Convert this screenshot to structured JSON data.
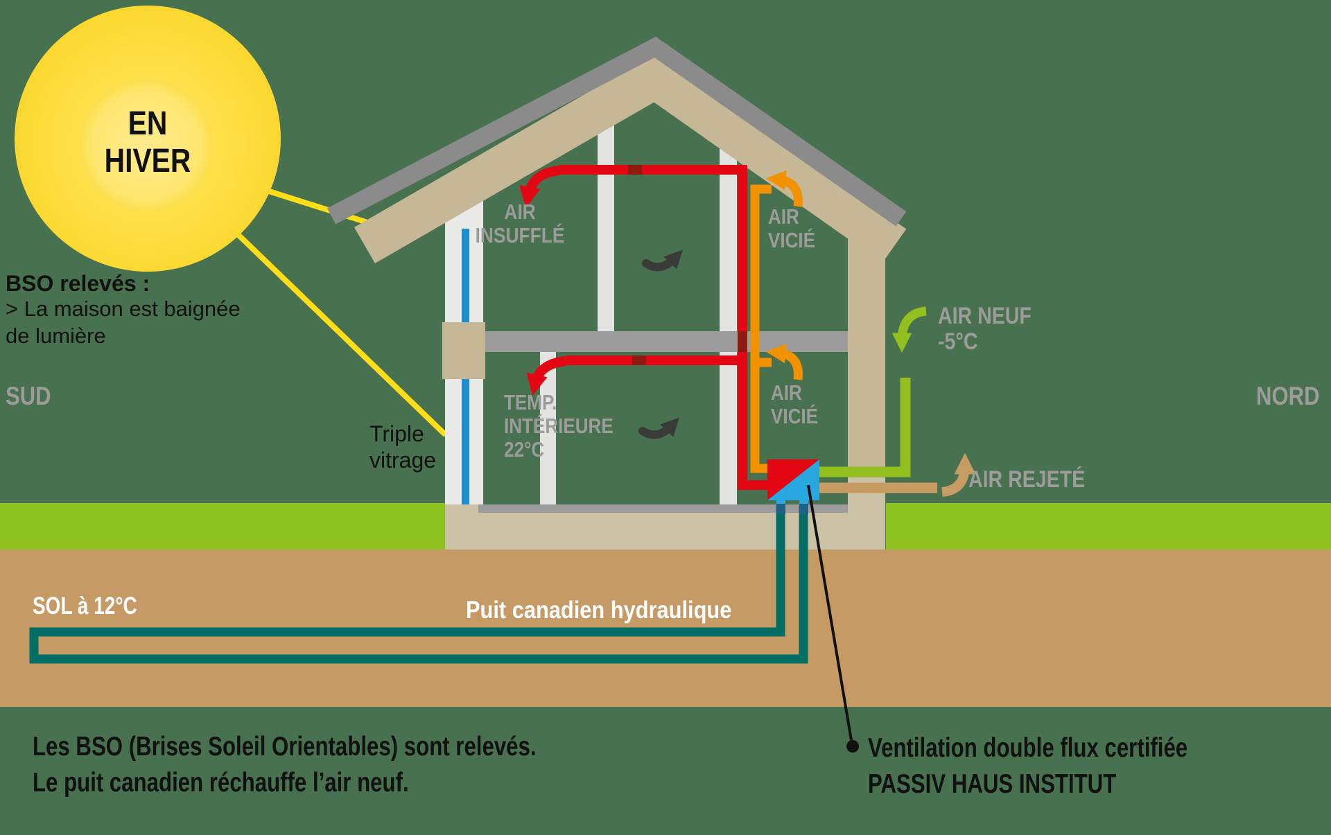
{
  "diagram_title": "EN\nHIVER",
  "compass": {
    "south": "SUD",
    "north": "NORD"
  },
  "annotations": {
    "bso_title": "BSO relevés :",
    "bso_body": "> La maison est baignée\nde lumière",
    "triple_glazing": "Triple\nvitrage",
    "air_insuffle": "AIR\nINSUFFLÉ",
    "air_vicie_upper": "AIR\nVICIÉ",
    "air_vicie_lower": "AIR\nVICIÉ",
    "temp_interieure": "TEMP.\nINTÉRIEURE\n22°C",
    "air_neuf": "AIR NEUF\n-5°C",
    "air_rejete": "AIR REJETÉ",
    "sol": "SOL à 12°C",
    "puit": "Puit canadien hydraulique",
    "footnote": "Les BSO (Brises Soleil Orientables) sont relevés.\nLe puit canadien réchauffe l’air neuf.",
    "ventilation": "Ventilation double flux certifiée\nPASSIV HAUS INSTITUT"
  },
  "colors": {
    "background": "#48714F",
    "grass": "#8DC11F",
    "soil": "#C59A64",
    "foundation": "#CBC1A5",
    "wall_tan": "#C6B897",
    "roof_edge_gray": "#8B8B8B",
    "slab_gray": "#9C9C9C",
    "window_blue": "#1D8ECE",
    "supply_air_red": "#E30613",
    "extract_air_orange": "#F39200",
    "fresh_air_lime": "#93C01F",
    "exhaust_air_tan": "#C79C63",
    "ground_loop_teal": "#006E64",
    "exchanger_blue": "#29A8DF",
    "sun_yellow": "#FFDE17",
    "label_gray": "#9C9C9B"
  }
}
